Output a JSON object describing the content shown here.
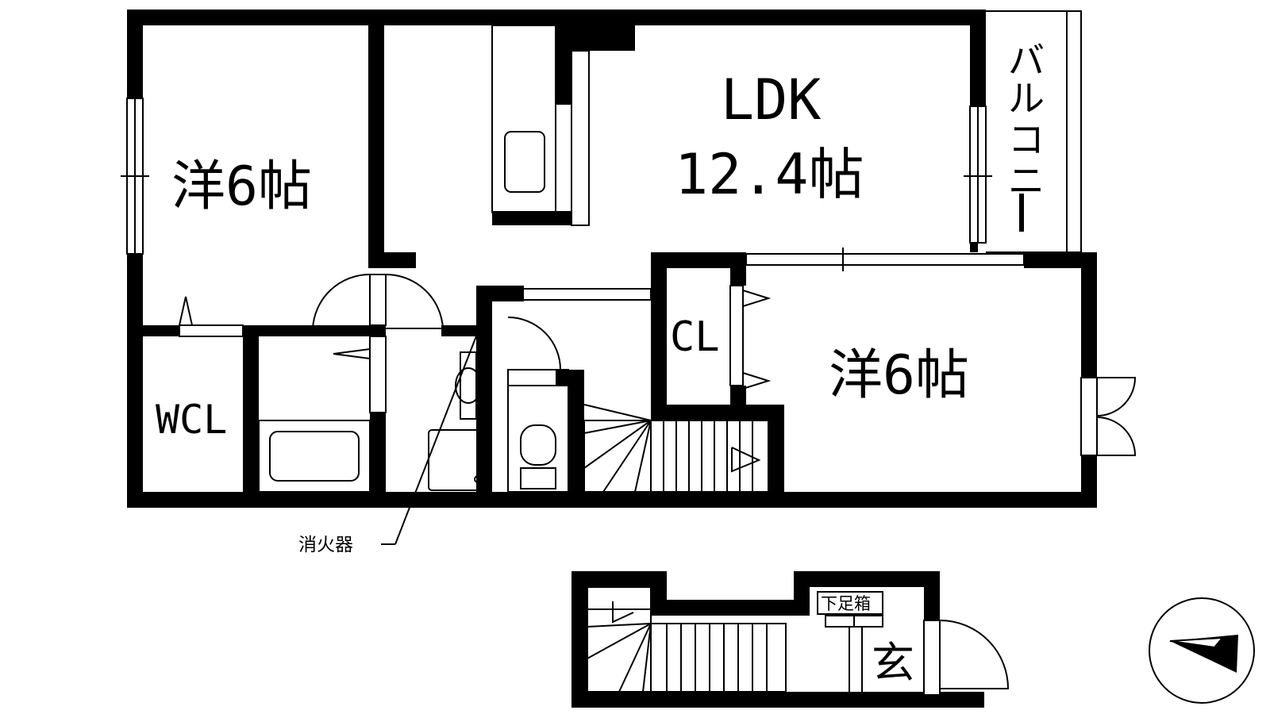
{
  "plan": {
    "rooms": {
      "western_left": "洋6帖",
      "ldk_name": "LDK",
      "ldk_size": "12.4帖",
      "balcony": [
        "バ",
        "ル",
        "コ",
        "ニ",
        "ー"
      ],
      "closet": "CL",
      "western_right": "洋6帖",
      "walk_in_closet": "WCL",
      "entrance": "玄",
      "shoe_box": "下足箱"
    },
    "annotations": {
      "fire_extinguisher": "消火器"
    },
    "compass_icon": "north-arrow-icon"
  }
}
